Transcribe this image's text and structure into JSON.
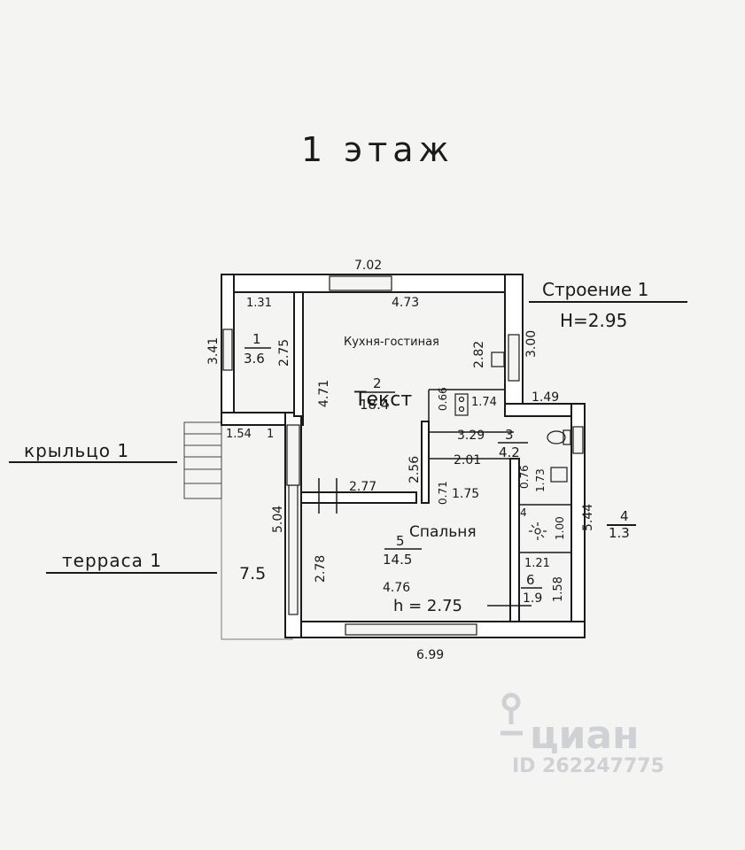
{
  "title": "1 этаж",
  "building": {
    "name": "Строение 1",
    "height": "H=2.95"
  },
  "porch_label": "крыльцо 1",
  "terrace": {
    "label": "терраса 1",
    "area": "7.5"
  },
  "overall_dims": {
    "top": "7.02",
    "bottom": "6.99",
    "right_side": "5.44",
    "left_side": "5.04"
  },
  "rooms": {
    "r1": {
      "number": "1",
      "area": "3.6",
      "dims": [
        "1.31",
        "3.41",
        "2.75",
        "1.54",
        "1"
      ]
    },
    "r2": {
      "name": "Кухня-гостиная",
      "number": "2",
      "area": "18.4",
      "overlay": "Текст",
      "dims": [
        "4.73",
        "2.82",
        "3.00",
        "4.71",
        "0.66",
        "1.74",
        "2.56",
        "2.77"
      ]
    },
    "r3": {
      "number": "3",
      "area": "4.2",
      "dims": [
        "3.29",
        "2.01",
        "1.49",
        "0.76",
        "1.73"
      ]
    },
    "r4": {
      "number": "4",
      "area": "1.3",
      "dims": [
        "1.00"
      ],
      "inner_number": "4"
    },
    "r5": {
      "name": "Спальня",
      "number": "5",
      "area": "14.5",
      "dims": [
        "0.71",
        "1.75",
        "2.78",
        "4.76"
      ],
      "ceiling": "h = 2.75"
    },
    "r6": {
      "number": "6",
      "area": "1.9",
      "dims": [
        "1.21",
        "1.58"
      ]
    }
  },
  "watermark": {
    "brand": "циан",
    "id": "ID 262247775"
  }
}
